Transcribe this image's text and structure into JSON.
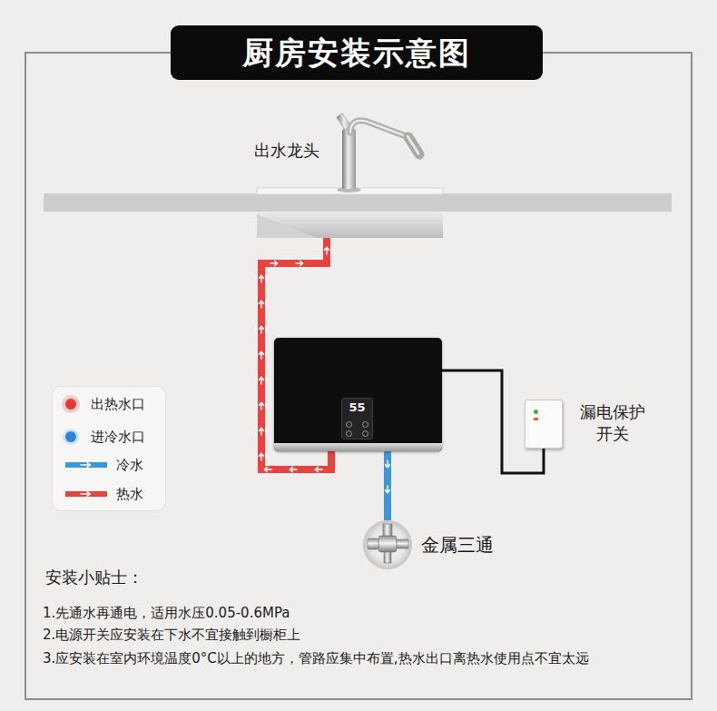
{
  "diagram": {
    "title": "厨房安装示意图",
    "nodes": [
      {
        "text": [
          "出水龙头"
        ]
      },
      {
        "text": [
          "55"
        ]
      },
      {
        "text": [
          "漏电保护 开关"
        ]
      },
      {
        "text": [
          "金属三通"
        ]
      }
    ],
    "edges": [
      {
        "from": 1,
        "to": 0,
        "arrow": "to"
      },
      {
        "from": 1,
        "to": 3,
        "arrow": "to"
      },
      {
        "from": 1,
        "to": 2,
        "arrow": "none"
      }
    ],
    "labels": [
      "安装小贴士：",
      "1.先通水再通电，适用水压0.05-0.6MPa",
      "2.电源开关应安装在下水不宜接触到橱柜上",
      "3.应安装在室内环境温度0°C以上的地方，管路应集中布置,热水出口离热水使用点不宜太远"
    ],
    "legend": [
      {
        "text": "出热水口",
        "color": "#e53935"
      },
      {
        "text": "进冷水口",
        "color": "#2f86d6"
      },
      {
        "text": "冷水"
      },
      {
        "text": "热水"
      }
    ]
  }
}
